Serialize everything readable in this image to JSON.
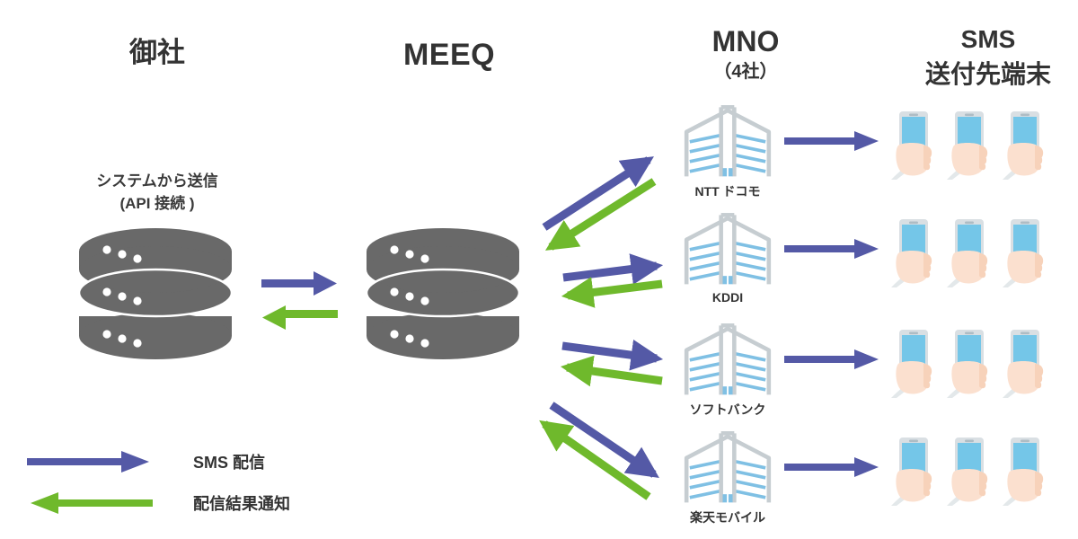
{
  "columns": {
    "company": {
      "title": "御社"
    },
    "meeq": {
      "title": "MEEQ"
    },
    "mno": {
      "title": "MNO",
      "subtitle": "（4社）"
    },
    "sms": {
      "title": "SMS",
      "subtitle": "送付先端末"
    }
  },
  "api_note": {
    "line1": "システムから送信",
    "line2": "(API 接続 )"
  },
  "carriers": [
    {
      "name": "NTT ドコモ",
      "icon": "office-building-icon",
      "devices": 3
    },
    {
      "name": "KDDI",
      "icon": "office-building-icon",
      "devices": 3
    },
    {
      "name": "ソフトバンク",
      "icon": "office-building-icon",
      "devices": 3
    },
    {
      "name": "楽天モバイル",
      "icon": "office-building-icon",
      "devices": 3
    }
  ],
  "nodes": {
    "company_db": {
      "icon": "database-stack-icon",
      "layers": 3,
      "dots_per_layer": 3
    },
    "meeq_db": {
      "icon": "database-stack-icon",
      "layers": 3,
      "dots_per_layer": 3
    }
  },
  "legend": [
    {
      "label": "SMS 配信",
      "direction": "right",
      "color": "#5459a6",
      "icon": "arrow-right-icon"
    },
    {
      "label": "配信結果通知",
      "direction": "left",
      "color": "#6fb92c",
      "icon": "arrow-left-icon"
    }
  ],
  "colors": {
    "sms_delivery_arrow": "#5459a6",
    "delivery_result_arrow": "#6fb92c",
    "database_fill": "#696969",
    "building_outline": "#c6cdd1",
    "building_floor": "#7fc0e4",
    "phone_screen": "#74c6e8",
    "phone_body": "#d9dfe3",
    "hand_skin": "#fbe0cf",
    "text": "#333333",
    "background": "#ffffff"
  }
}
